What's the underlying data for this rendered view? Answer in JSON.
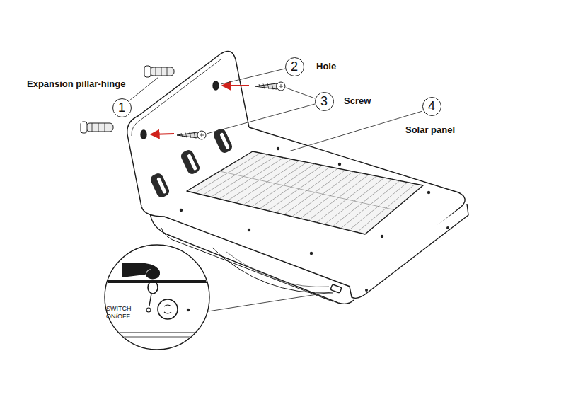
{
  "diagram": {
    "nodes": [
      {
        "text": [
          "1"
        ]
      },
      {
        "text": [
          "2"
        ]
      },
      {
        "text": [
          "3"
        ]
      },
      {
        "text": [
          "4"
        ]
      }
    ],
    "labels": [
      "Expansion pillar-hinge",
      "Hole",
      "Screw",
      "Solar panel",
      "SWITCH ON/OFF"
    ]
  }
}
